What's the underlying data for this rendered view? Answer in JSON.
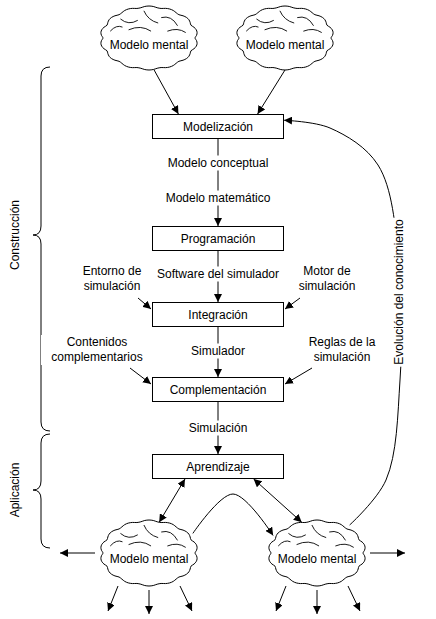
{
  "diagram": {
    "nodes": [
      {
        "text": [
          "Modelo mental"
        ]
      },
      {
        "text": [
          "Modelo mental"
        ]
      },
      {
        "text": [
          "Modelización"
        ]
      },
      {
        "text": [
          "Programación"
        ]
      },
      {
        "text": [
          "Integración"
        ]
      },
      {
        "text": [
          "Complementación"
        ]
      },
      {
        "text": [
          "Aprendizaje"
        ]
      },
      {
        "text": [
          "Modelo mental"
        ]
      },
      {
        "text": [
          "Modelo mental"
        ]
      }
    ],
    "edges": [
      {
        "from": 0,
        "to": 2,
        "arrow": "to"
      },
      {
        "from": 1,
        "to": 2,
        "arrow": "to"
      },
      {
        "from": 2,
        "to": 3,
        "arrow": "to",
        "label": "Modelo conceptual"
      },
      {
        "from": 3,
        "to": 4,
        "arrow": "to",
        "label": "Software del simulador"
      },
      {
        "from": 4,
        "to": 5,
        "arrow": "to",
        "label": "Simulador"
      },
      {
        "from": 5,
        "to": 6,
        "arrow": "to",
        "label": "Simulación"
      },
      {
        "from": 6,
        "to": 7,
        "arrow": "both"
      },
      {
        "from": 6,
        "to": 8,
        "arrow": "both"
      },
      {
        "from": 7,
        "to": 8,
        "arrow": "to"
      },
      {
        "from": 8,
        "to": 2,
        "arrow": "to",
        "label": "Evolución del conocimiento"
      }
    ],
    "labels": [
      "Modelo matemático",
      "Entorno de simulación",
      "Motor de simulación",
      "Contenidos complementarios",
      "Reglas de la simulación",
      "Construcción",
      "Aplicación"
    ]
  }
}
